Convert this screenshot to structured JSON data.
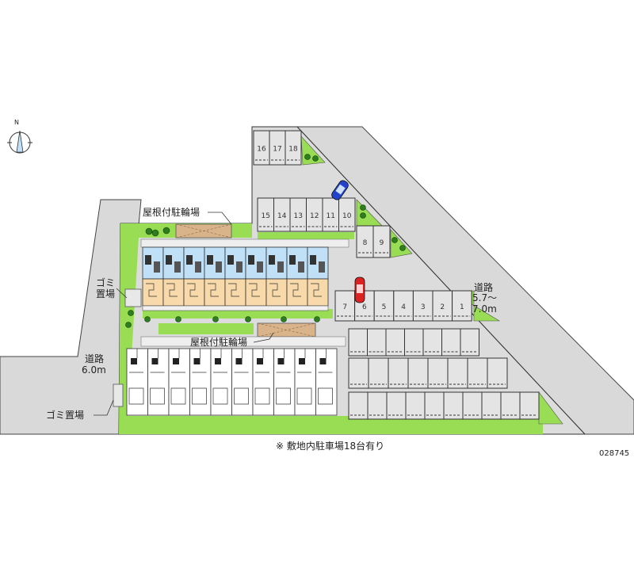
{
  "colors": {
    "road": "#d9d9d9",
    "lot": "#dcdcdc",
    "green": "#99dd55",
    "tree": "#2e7d1e",
    "shed": "#d9b48a",
    "unit_top": "#bfe0f7",
    "unit_bottom": "#f7d9aa",
    "car_blue": "#2244cc",
    "car_red": "#dd2222"
  },
  "labels": {
    "bike_shed_1": "屋根付駐輪場",
    "bike_shed_2": "屋根付駐輪場",
    "garbage_1_line1": "ゴミ",
    "garbage_1_line2": "置場",
    "garbage_2": "ゴミ置場",
    "road_west_name": "道路",
    "road_west_width": "6.0m",
    "road_east_name": "道路",
    "road_east_width_1": "5.7～",
    "road_east_width_2": "7.0m",
    "compass": "N"
  },
  "parking": {
    "row_top": [
      "16",
      "17",
      "18"
    ],
    "row_mid": [
      "15",
      "14",
      "13",
      "12",
      "11",
      "10"
    ],
    "row_side": [
      "8",
      "9"
    ],
    "row_bottom": [
      "7",
      "6",
      "5",
      "4",
      "3",
      "2",
      "1"
    ]
  },
  "note": "※ 敷地内駐車場18台有り",
  "code": "028745"
}
